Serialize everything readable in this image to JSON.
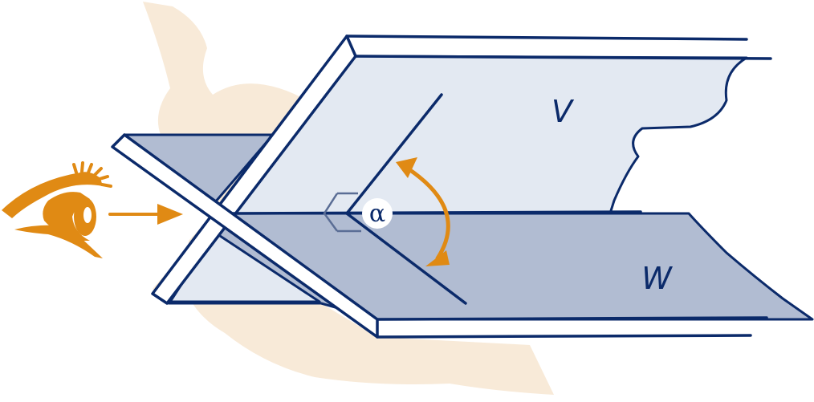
{
  "labels": {
    "plane_v": "V",
    "plane_w": "W",
    "angle": "α"
  },
  "icons": {
    "viewer": "eye-icon",
    "view_direction": "arrow-right-icon",
    "angle_indicator": "double-headed-arc-arrow-icon",
    "right_angle_marker": "right-angle-marker-icon"
  },
  "colors": {
    "stroke": "#0b2a6a",
    "plane_v_fill": "#e3e9f2",
    "plane_w_fill": "#b1bcd2",
    "background_blob": "#f8ead8",
    "accent": "#e08a14",
    "marker": "#5a6d95"
  }
}
